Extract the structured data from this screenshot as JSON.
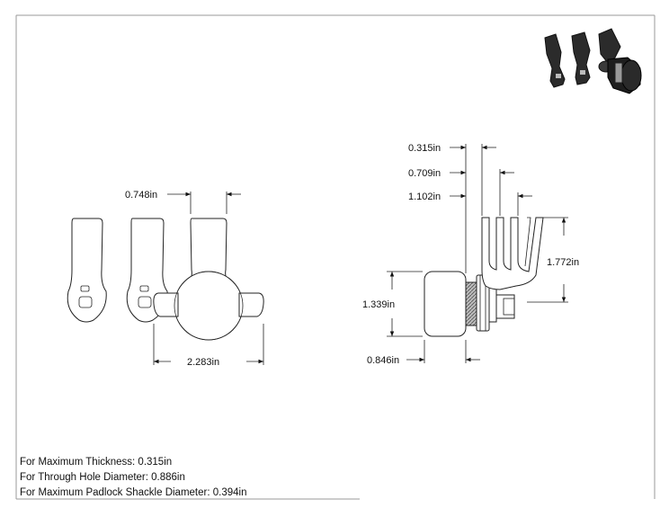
{
  "dimensions": {
    "left_view": {
      "width_top": "0.748in",
      "width_bottom": "2.283in"
    },
    "right_view": {
      "d1": "0.315in",
      "d2": "0.709in",
      "d3": "1.102in",
      "height_right": "1.772in",
      "height_left": "1.339in",
      "depth": "0.846in"
    }
  },
  "notes": [
    "For Maximum Thickness: 0.315in",
    "For Through Hole Diameter: 0.886in",
    "For Maximum Padlock Shackle Diameter: 0.394in"
  ],
  "colors": {
    "line": "#222222",
    "frame": "#9a9a9a",
    "render_dark": "#2b2b2b"
  }
}
